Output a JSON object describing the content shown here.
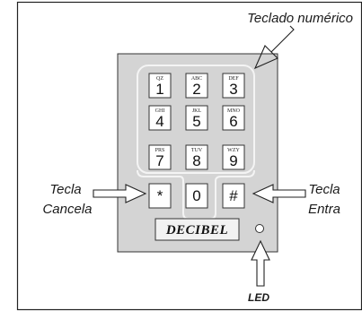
{
  "callouts": {
    "top": "Teclado numérico",
    "left_line1": "Tecla",
    "left_line2": "Cancela",
    "right_line1": "Tecla",
    "right_line2": "Entra",
    "led": "LED"
  },
  "brand": "DECIBEL",
  "keys": [
    {
      "letters": "QZ",
      "digit": "1"
    },
    {
      "letters": "ABC",
      "digit": "2"
    },
    {
      "letters": "DEF",
      "digit": "3"
    },
    {
      "letters": "GHI",
      "digit": "4"
    },
    {
      "letters": "JKL",
      "digit": "5"
    },
    {
      "letters": "MNO",
      "digit": "6"
    },
    {
      "letters": "PRS",
      "digit": "7"
    },
    {
      "letters": "TUV",
      "digit": "8"
    },
    {
      "letters": "WZY",
      "digit": "9"
    },
    {
      "letters": "",
      "digit": "*"
    },
    {
      "letters": "",
      "digit": "0"
    },
    {
      "letters": "",
      "digit": "#"
    }
  ]
}
